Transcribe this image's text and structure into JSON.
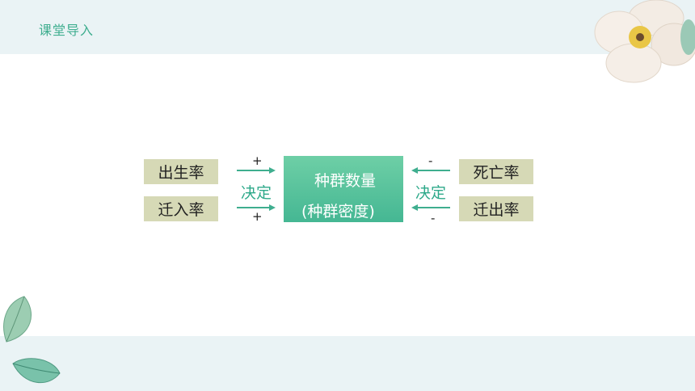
{
  "header": {
    "title": "课堂导入"
  },
  "diagram": {
    "left_factors": [
      "出生率",
      "迁入率"
    ],
    "right_factors": [
      "死亡率",
      "迁出率"
    ],
    "center": {
      "line1": "种群数量",
      "line2": "(种群密度)"
    },
    "decide_label": "决定",
    "left_signs": [
      "+",
      "+"
    ],
    "right_signs": [
      "-",
      "-"
    ]
  },
  "colors": {
    "accent": "#45b793",
    "factor_box": "#d6d9b6",
    "band": "#eaf3f5"
  }
}
